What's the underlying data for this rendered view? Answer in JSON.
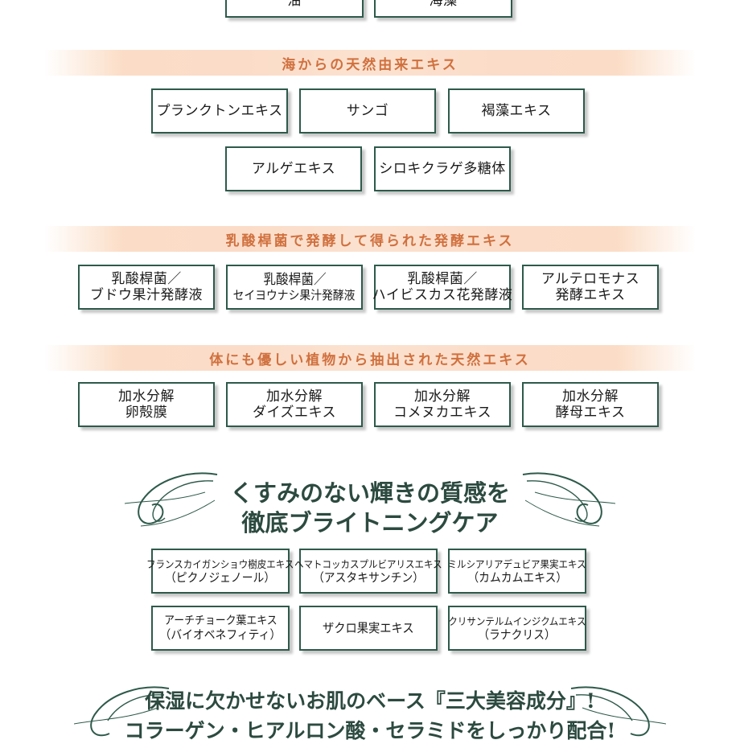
{
  "top_boxes": [
    {
      "lines": [
        "",
        "油"
      ]
    },
    {
      "lines": [
        "",
        "海藻"
      ]
    }
  ],
  "sections": [
    {
      "title": "海からの天然由来エキス",
      "items": [
        {
          "lines": [
            "プランクトンエキス"
          ]
        },
        {
          "lines": [
            "サンゴ"
          ]
        },
        {
          "lines": [
            "褐藻エキス"
          ]
        },
        {
          "lines": [
            "アルゲエキス"
          ]
        },
        {
          "lines": [
            "シロキクラゲ多糖体"
          ]
        }
      ]
    },
    {
      "title": "乳酸桿菌で発酵して得られた発酵エキス",
      "items": [
        {
          "lines": [
            "乳酸桿菌／",
            "ブドウ果汁発酵液"
          ]
        },
        {
          "lines": [
            "乳酸桿菌／",
            "セイヨウナシ果汁発酵液"
          ]
        },
        {
          "lines": [
            "乳酸桿菌／",
            "ハイビスカス花発酵液"
          ]
        },
        {
          "lines": [
            "アルテロモナス",
            "発酵エキス"
          ]
        }
      ]
    },
    {
      "title": "体にも優しい植物から抽出された天然エキス",
      "items": [
        {
          "lines": [
            "加水分解",
            "卵殻膜"
          ]
        },
        {
          "lines": [
            "加水分解",
            "ダイズエキス"
          ]
        },
        {
          "lines": [
            "加水分解",
            "コメヌカエキス"
          ]
        },
        {
          "lines": [
            "加水分解",
            "酵母エキス"
          ]
        }
      ]
    }
  ],
  "brightening": {
    "headline": [
      "くすみのない輝きの質感を",
      "徹底ブライトニングケア"
    ],
    "items": [
      {
        "lines": [
          "フランスカイガンショウ樹皮エキス",
          "（ピクノジェノール）"
        ]
      },
      {
        "lines": [
          "ヘマトコッカスプルビアリスエキス",
          "（アスタキサンチン）"
        ]
      },
      {
        "lines": [
          "ミルシアリアデュビア果実エキス",
          "（カムカムエキス）"
        ]
      },
      {
        "lines": [
          "アーチチョーク葉エキス",
          "（バイオベネフィティ）"
        ]
      },
      {
        "lines": [
          "ザクロ果実エキス"
        ]
      },
      {
        "lines": [
          "クリサンテルムインジクムエキス",
          "（ラナクリス）"
        ]
      }
    ]
  },
  "moisture": {
    "headline": [
      "保湿に欠かせないお肌のベース『三大美容成分』!",
      "コラーゲン・ヒアルロン酸・セラミドをしっかり配合!"
    ]
  },
  "colors": {
    "box_border": "#2e5a4b",
    "band_title": "#d0703e",
    "band_bg": "#fbdcc8",
    "headline": "#2c4a40"
  }
}
